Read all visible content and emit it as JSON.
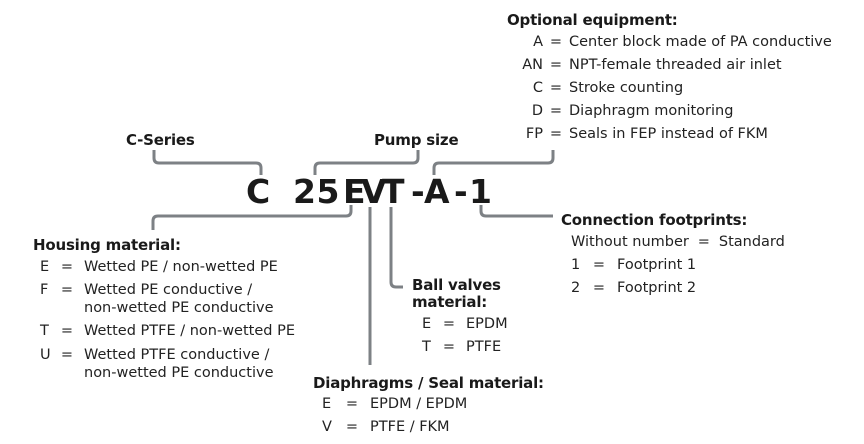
{
  "model_code": {
    "series": "C",
    "size": "25",
    "housing": "E",
    "diaphragm": "V",
    "ball_valve": "T",
    "sep1": "-",
    "option": "A",
    "sep2": "-",
    "footprint": "1"
  },
  "c_series": {
    "title": "C-Series"
  },
  "pump_size": {
    "title": "Pump size"
  },
  "optional_equipment": {
    "title": "Optional equipment:",
    "items": [
      {
        "code": "A",
        "eq": "=",
        "desc": "Center block made of PA conductive"
      },
      {
        "code": "AN",
        "eq": "=",
        "desc": "NPT-female threaded air inlet"
      },
      {
        "code": "C",
        "eq": "=",
        "desc": "Stroke counting"
      },
      {
        "code": "D",
        "eq": "=",
        "desc": "Diaphragm monitoring"
      },
      {
        "code": "FP",
        "eq": "=",
        "desc": "Seals in FEP instead of FKM"
      }
    ]
  },
  "housing_material": {
    "title": "Housing material:",
    "items": [
      {
        "code": "E",
        "eq": "=",
        "desc": "Wetted PE / non-wetted PE"
      },
      {
        "code": "F",
        "eq": "=",
        "desc": "Wetted PE conductive /",
        "desc2": "non-wetted PE conductive"
      },
      {
        "code": "T",
        "eq": "=",
        "desc": "Wetted PTFE / non-wetted PE"
      },
      {
        "code": "U",
        "eq": "=",
        "desc": "Wetted PTFE conductive /",
        "desc2": "non-wetted PE conductive"
      }
    ]
  },
  "ball_valves": {
    "title_line1": "Ball valves",
    "title_line2": "material:",
    "items": [
      {
        "code": "E",
        "eq": "=",
        "desc": "EPDM"
      },
      {
        "code": "T",
        "eq": "=",
        "desc": "PTFE"
      }
    ]
  },
  "diaphragms": {
    "title": "Diaphragms / Seal material:",
    "items": [
      {
        "code": "E",
        "eq": "=",
        "desc": "EPDM / EPDM"
      },
      {
        "code": "V",
        "eq": "=",
        "desc": "PTFE / FKM"
      }
    ]
  },
  "connection_footprints": {
    "title": "Connection footprints:",
    "items": [
      {
        "code": "Without number",
        "eq": "=",
        "desc": "Standard"
      },
      {
        "code": "1",
        "eq": "=",
        "desc": "Footprint 1"
      },
      {
        "code": "2",
        "eq": "=",
        "desc": "Footprint 2"
      }
    ]
  },
  "colors": {
    "connector": "#7d8185",
    "text": "#1a1a1a"
  }
}
